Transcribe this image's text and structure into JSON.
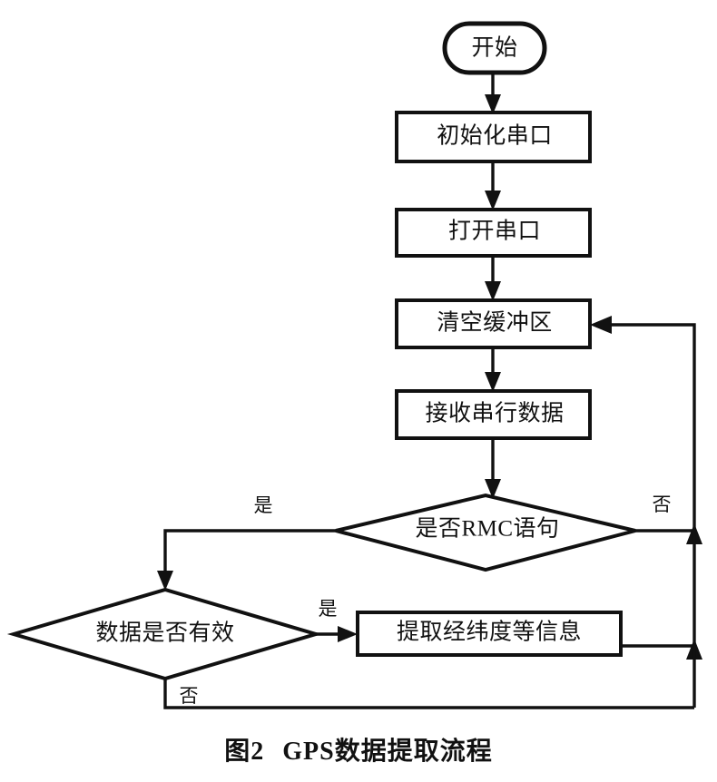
{
  "figure": {
    "caption_number": "图2",
    "caption_title": "GPS数据提取流程",
    "caption_full": "图2  GPS数据提取流程"
  },
  "diagram": {
    "type": "flowchart",
    "orientation": "top-to-bottom",
    "line_color": "#111111",
    "fill_color": "#ffffff",
    "nodes": [
      {
        "id": "start",
        "shape": "terminator",
        "label": "开始"
      },
      {
        "id": "init_serial",
        "shape": "process",
        "label": "初始化串口"
      },
      {
        "id": "open_serial",
        "shape": "process",
        "label": "打开串口"
      },
      {
        "id": "clear_buffer",
        "shape": "process",
        "label": "清空缓冲区"
      },
      {
        "id": "recv_data",
        "shape": "process",
        "label": "接收串行数据"
      },
      {
        "id": "is_rmc",
        "shape": "decision",
        "label": "是否RMC语句"
      },
      {
        "id": "is_valid",
        "shape": "decision",
        "label": "数据是否有效"
      },
      {
        "id": "extract",
        "shape": "process",
        "label": "提取经纬度等信息"
      }
    ],
    "edges": [
      {
        "from": "start",
        "to": "init_serial",
        "label": ""
      },
      {
        "from": "init_serial",
        "to": "open_serial",
        "label": ""
      },
      {
        "from": "open_serial",
        "to": "clear_buffer",
        "label": ""
      },
      {
        "from": "clear_buffer",
        "to": "recv_data",
        "label": ""
      },
      {
        "from": "recv_data",
        "to": "is_rmc",
        "label": ""
      },
      {
        "from": "is_rmc",
        "to": "is_valid",
        "label": "是"
      },
      {
        "from": "is_rmc",
        "to": "clear_buffer",
        "label": "否"
      },
      {
        "from": "is_valid",
        "to": "extract",
        "label": "是"
      },
      {
        "from": "is_valid",
        "to": "clear_buffer",
        "label": "否"
      },
      {
        "from": "extract",
        "to": "clear_buffer",
        "label": ""
      }
    ],
    "edge_labels": {
      "rmc_yes": "是",
      "rmc_no": "否",
      "valid_yes": "是",
      "valid_no": "否"
    }
  }
}
